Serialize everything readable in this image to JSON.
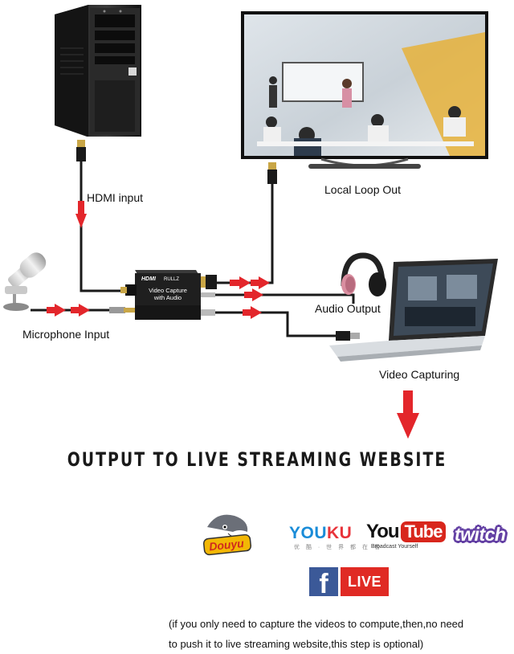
{
  "labels": {
    "hdmi_input": "HDMI input",
    "local_loop_out": "Local Loop Out",
    "audio_output": "Audio Output",
    "microphone_input": "Microphone Input",
    "video_capturing": "Video Capturing"
  },
  "device": {
    "brand": "HDMI",
    "maker": "RULLZ",
    "line1": "Video  Capture",
    "line2": "with Audio"
  },
  "headline": "OUTPUT TO LIVE STREAMING WEBSITE",
  "platforms": {
    "douyu": "Douyu",
    "youku_a": "YOU",
    "youku_b": "KU",
    "youku_sub": "优 酷 · 世 界 都 在 看",
    "youtube_you": "You",
    "youtube_tube": "Tube",
    "youtube_sub": "Broadcast Yourself",
    "twitch": "twitch",
    "facebook": "f",
    "live": "LIVE"
  },
  "note": {
    "line1": "(if you only need to capture the videos to compute,then,no need",
    "line2": "to push it to live streaming website,this step is optional)"
  },
  "colors": {
    "arrow_red": "#e3262b",
    "cable": "#1a1a1a",
    "facebook_blue": "#3b5998",
    "live_red": "#e02a24",
    "twitch_purple": "#6441a4",
    "youku_blue": "#1a8cd8",
    "youku_red": "#e8333a",
    "youtube_red": "#d8261c"
  }
}
